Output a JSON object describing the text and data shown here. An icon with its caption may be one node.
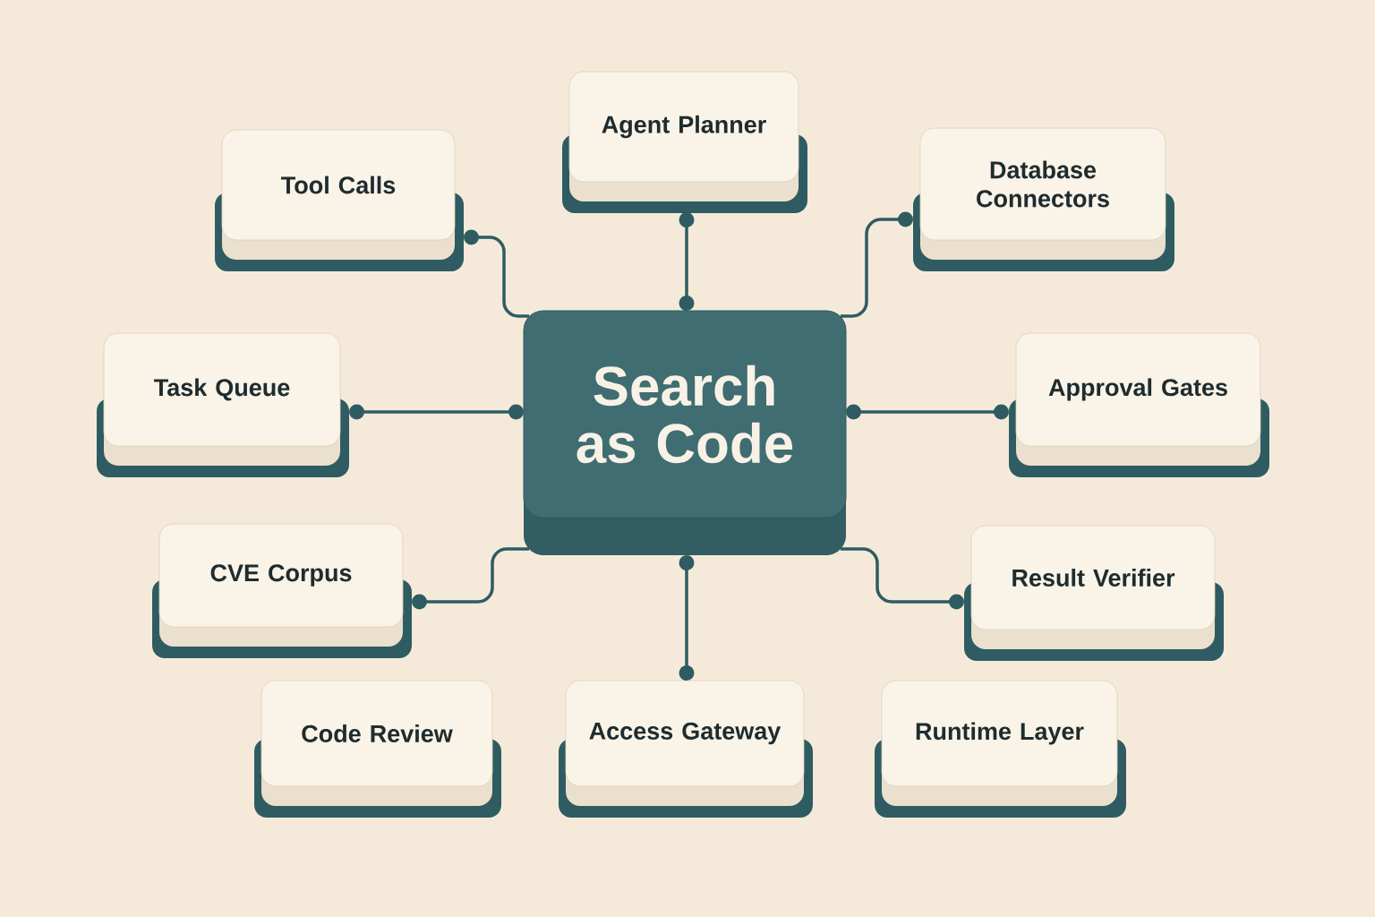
{
  "diagram": {
    "nodes": [
      {
        "text": [
          "Agent Planner"
        ]
      },
      {
        "text": [
          "Tool Calls"
        ]
      },
      {
        "text": [
          "Database Connectors"
        ]
      },
      {
        "text": [
          "Task Queue"
        ]
      },
      {
        "text": [
          "Search as Code"
        ]
      },
      {
        "text": [
          "Approval Gates"
        ]
      },
      {
        "text": [
          "CVE Corpus"
        ]
      },
      {
        "text": [
          "Result Verifier"
        ]
      },
      {
        "text": [
          "Code Review"
        ]
      },
      {
        "text": [
          "Access Gateway"
        ]
      },
      {
        "text": [
          "Runtime Layer"
        ]
      }
    ],
    "edges": [
      {
        "from": 4,
        "to": 0,
        "arrow": "other"
      },
      {
        "from": 4,
        "to": 1,
        "arrow": "other"
      },
      {
        "from": 4,
        "to": 2,
        "arrow": "other"
      },
      {
        "from": 4,
        "to": 3,
        "arrow": "other"
      },
      {
        "from": 4,
        "to": 5,
        "arrow": "other"
      },
      {
        "from": 4,
        "to": 6,
        "arrow": "other"
      },
      {
        "from": 4,
        "to": 7,
        "arrow": "other"
      },
      {
        "from": 4,
        "to": 9,
        "arrow": "other"
      }
    ]
  }
}
